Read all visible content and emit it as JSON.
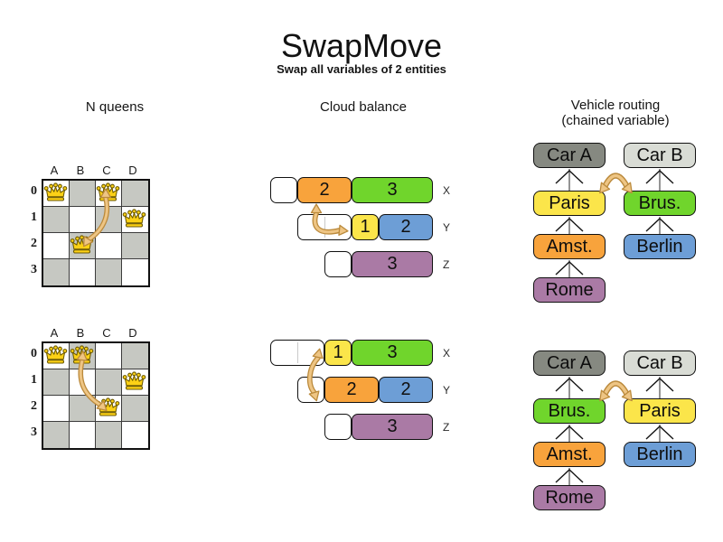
{
  "title": "SwapMove",
  "subtitle": "Swap all variables of 2 entities",
  "palette": {
    "orange": "#f8a33c",
    "green": "#70d52c",
    "yellow": "#fbe54a",
    "blue": "#6d9ed6",
    "purple": "#aa7aa5",
    "car_dark": "#868981",
    "car_light": "#d9dcd5",
    "board_dark": "#c6c8c2",
    "arrow_fill": "#eec584",
    "arrow_edge": "#bb8a3c",
    "queen_gold": "#fcd116"
  },
  "columns": {
    "nqueens": {
      "header": "N queens"
    },
    "cloud": {
      "header": "Cloud balance"
    },
    "vehicle": {
      "header": "Vehicle routing",
      "subheader": "(chained variable)"
    }
  },
  "nqueens": {
    "column_labels": [
      "A",
      "B",
      "C",
      "D"
    ],
    "row_labels": [
      "0",
      "1",
      "2",
      "3"
    ],
    "boards": [
      {
        "name": "before",
        "queens": [
          "A0",
          "C0",
          "D1",
          "B2"
        ],
        "swap": [
          "C0",
          "B2"
        ]
      },
      {
        "name": "after",
        "queens": [
          "A0",
          "B0",
          "D1",
          "C2"
        ],
        "swap": [
          "B0",
          "C2"
        ]
      }
    ]
  },
  "cloud": {
    "groups": [
      {
        "name": "before",
        "rows": [
          {
            "label": "X",
            "empty_units": 1,
            "blocks": [
              {
                "value": "2",
                "color": "orange"
              },
              {
                "value": "3",
                "color": "green"
              }
            ]
          },
          {
            "label": "Y",
            "empty_units": 2,
            "blocks": [
              {
                "value": "1",
                "color": "yellow"
              },
              {
                "value": "2",
                "color": "blue"
              }
            ]
          },
          {
            "label": "Z",
            "empty_units": 1,
            "blocks": [
              {
                "value": "3",
                "color": "purple"
              }
            ]
          }
        ]
      },
      {
        "name": "after",
        "rows": [
          {
            "label": "X",
            "empty_units": 2,
            "blocks": [
              {
                "value": "1",
                "color": "yellow"
              },
              {
                "value": "3",
                "color": "green"
              }
            ]
          },
          {
            "label": "Y",
            "empty_units": 1,
            "blocks": [
              {
                "value": "2",
                "color": "orange"
              },
              {
                "value": "2",
                "color": "blue"
              }
            ]
          },
          {
            "label": "Z",
            "empty_units": 1,
            "blocks": [
              {
                "value": "3",
                "color": "purple"
              }
            ]
          }
        ]
      }
    ]
  },
  "vehicle": {
    "diagrams": [
      {
        "name": "before",
        "chains": [
          {
            "boxes": [
              {
                "label": "Car A",
                "color": "car_dark"
              },
              {
                "label": "Paris",
                "color": "yellow"
              },
              {
                "label": "Amst.",
                "color": "orange"
              },
              {
                "label": "Rome",
                "color": "purple"
              }
            ]
          },
          {
            "boxes": [
              {
                "label": "Car B",
                "color": "car_light"
              },
              {
                "label": "Brus.",
                "color": "green"
              },
              {
                "label": "Berlin",
                "color": "blue"
              }
            ]
          }
        ]
      },
      {
        "name": "after",
        "chains": [
          {
            "boxes": [
              {
                "label": "Car A",
                "color": "car_dark"
              },
              {
                "label": "Brus.",
                "color": "green"
              },
              {
                "label": "Amst.",
                "color": "orange"
              },
              {
                "label": "Rome",
                "color": "purple"
              }
            ]
          },
          {
            "boxes": [
              {
                "label": "Car B",
                "color": "car_light"
              },
              {
                "label": "Paris",
                "color": "yellow"
              },
              {
                "label": "Berlin",
                "color": "blue"
              }
            ]
          }
        ]
      }
    ]
  }
}
